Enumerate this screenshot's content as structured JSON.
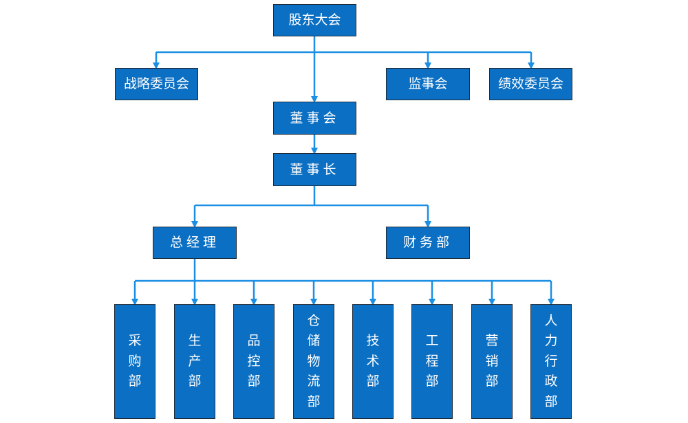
{
  "colors": {
    "node_fill": "#0b6fc3",
    "node_border": "#1d2b3a",
    "connector": "#1a8fe3",
    "text": "#ffffff"
  },
  "nodes": {
    "shareholders_meeting": "股东大会",
    "strategy_committee": "战略委员会",
    "supervisory_board": "监事会",
    "performance_committee": "绩效委员会",
    "board_of_directors": "董事会",
    "chairman": "董事长",
    "general_manager": "总经理",
    "finance_dept": "财务部",
    "departments": [
      "采购部",
      "生产部",
      "品控部",
      "仓储物流部",
      "技术部",
      "工程部",
      "营销部",
      "人力行政部"
    ]
  }
}
